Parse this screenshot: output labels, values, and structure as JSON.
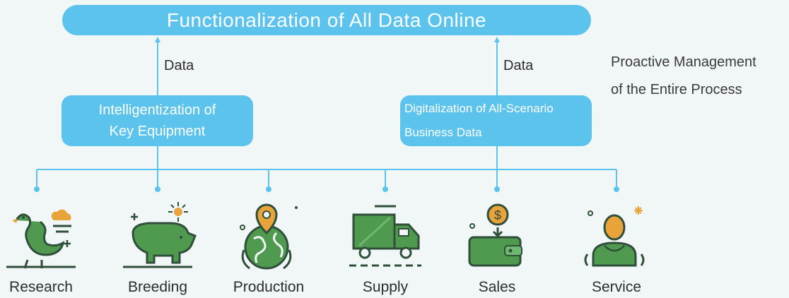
{
  "title": "Functionalization of All Data Online",
  "data_label_left": "Data",
  "data_label_right": "Data",
  "side_note": {
    "line1": "Proactive Management",
    "line2": "of the Entire Process"
  },
  "left_box": {
    "line1": "Intelligentization of",
    "line2": "Key Equipment"
  },
  "right_box": {
    "line1": "Digitalization of All-Scenario",
    "line2": "Business Data"
  },
  "categories": [
    {
      "label": "Research",
      "icon": "goose-icon"
    },
    {
      "label": "Breeding",
      "icon": "pig-icon"
    },
    {
      "label": "Production",
      "icon": "globe-location-icon"
    },
    {
      "label": "Supply",
      "icon": "truck-icon"
    },
    {
      "label": "Sales",
      "icon": "wallet-coin-icon"
    },
    {
      "label": "Service",
      "icon": "person-service-icon"
    }
  ],
  "colors": {
    "accent": "#5bc3ec",
    "icon_green": "#4f9a4f",
    "icon_dark": "#2f4f3a",
    "icon_orange": "#e8a33a",
    "background": "#f1f6f7"
  }
}
